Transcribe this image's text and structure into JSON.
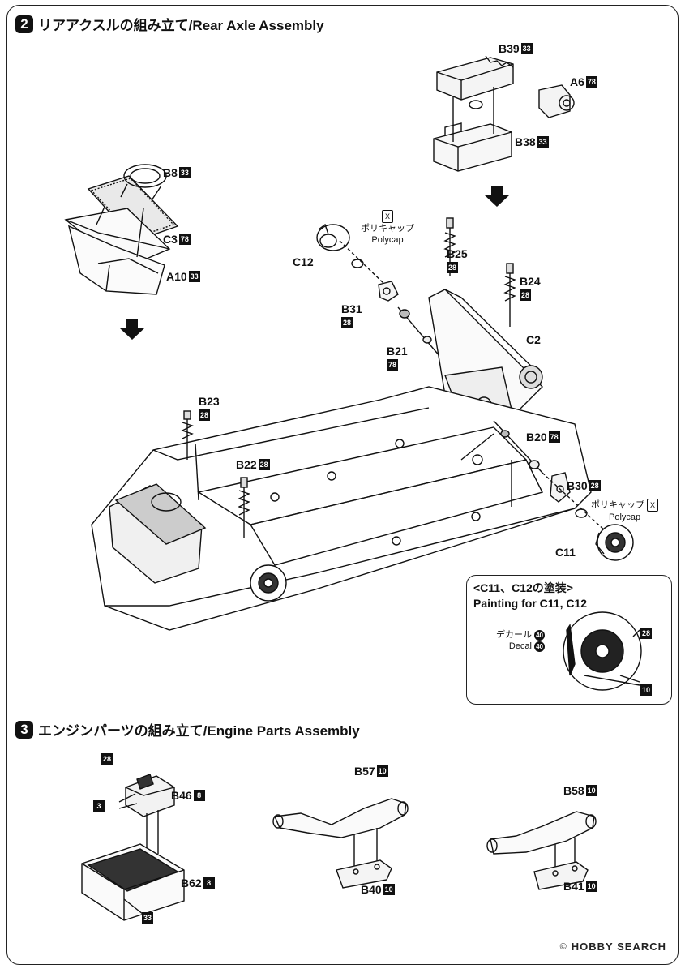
{
  "step2": {
    "number": "2",
    "title": "リアアクスルの組み立て/Rear Axle Assembly"
  },
  "step3": {
    "number": "3",
    "title": "エンジンパーツの組み立て/Engine Parts Assembly"
  },
  "parts": {
    "B39": {
      "name": "B39",
      "code": "33"
    },
    "A6": {
      "name": "A6",
      "code": "78"
    },
    "B38": {
      "name": "B38",
      "code": "33"
    },
    "B8": {
      "name": "B8",
      "code": "33"
    },
    "C3": {
      "name": "C3",
      "code": "78"
    },
    "A10": {
      "name": "A10",
      "code": "33"
    },
    "C12": {
      "name": "C12"
    },
    "B25": {
      "name": "B25",
      "code": "28"
    },
    "B24": {
      "name": "B24",
      "code": "28"
    },
    "B31": {
      "name": "B31",
      "code": "28"
    },
    "B21": {
      "name": "B21",
      "code": "78"
    },
    "C2": {
      "name": "C2"
    },
    "B23": {
      "name": "B23",
      "code": "28"
    },
    "B22": {
      "name": "B22",
      "code": "28"
    },
    "B20": {
      "name": "B20",
      "code": "78"
    },
    "B30": {
      "name": "B30",
      "code": "28"
    },
    "C11": {
      "name": "C11"
    },
    "B46": {
      "name": "B46",
      "code": "8"
    },
    "B62": {
      "name": "B62",
      "code": "8"
    },
    "B57": {
      "name": "B57",
      "code": "10"
    },
    "B58": {
      "name": "B58",
      "code": "10"
    },
    "B40": {
      "name": "B40",
      "code": "10"
    },
    "B41": {
      "name": "B41",
      "code": "10"
    }
  },
  "polycap": {
    "jp": "ポリキャップ",
    "en": "Polycap",
    "icon": "X"
  },
  "painting": {
    "title_jp": "<C11、C12の塗装>",
    "title_en": "Painting for C11, C12",
    "decal_jp": "デカール",
    "decal_en": "Decal",
    "decal_code": "40",
    "code_top": "28",
    "code_bottom": "10"
  },
  "engine_codes": {
    "top": "28",
    "side": "3",
    "bottom": "33"
  },
  "footer": {
    "brand": "HOBBY SEARCH",
    "mark": "©"
  }
}
